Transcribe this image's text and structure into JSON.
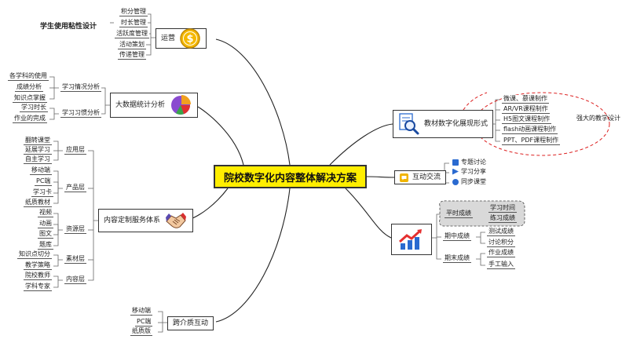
{
  "diagram": {
    "center": "院校数字化内容整体解决方案",
    "title_note": "学生使用粘性设计",
    "annotation": "强大的教学设计",
    "operation": {
      "label": "运营",
      "icon": "dollar-coin-icon",
      "items": [
        "积分管理",
        "时长管理",
        "活跃度管理",
        "活动策划",
        "传递管理"
      ]
    },
    "bigdata": {
      "label": "大数据统计分析",
      "icon": "pie-chart-icon",
      "learning_situation": {
        "label": "学习情况分析",
        "items": [
          "各学科的使用",
          "成绩分析",
          "知识点掌握"
        ]
      },
      "learning_habits": {
        "label": "学习习惯分析",
        "items": [
          "学习时长",
          "作业的完成"
        ]
      }
    },
    "custom": {
      "label": "内容定制服务体系",
      "icon": "handshake-icon",
      "app_layer": {
        "label": "应用层",
        "items": [
          "翻转课堂",
          "延展学习",
          "自主学习"
        ]
      },
      "product_layer": {
        "label": "产品层",
        "items": [
          "移动端",
          "PC端",
          "学习卡",
          "纸质教材"
        ]
      },
      "resource_layer": {
        "label": "资源层",
        "items": [
          "视频",
          "动画",
          "图文",
          "题库"
        ]
      },
      "material_layer": {
        "label": "素材层",
        "items": [
          "知识点切分",
          "教学策略"
        ]
      },
      "content_layer": {
        "label": "内容层",
        "items": [
          "院校教师",
          "学科专家"
        ]
      }
    },
    "crossmedia": {
      "label": "跨介质互动",
      "items": [
        "移动端",
        "PC端",
        "纸质版"
      ]
    },
    "textbook": {
      "label": "教材数字化展现形式",
      "icon": "magnifier-icon",
      "items": [
        "微课、慕课制作",
        "AR/VR课程制作",
        "H5图文课程制作",
        "flash动画课程制作",
        "PPT、PDF课程制作"
      ]
    },
    "interaction": {
      "label": "互动交流",
      "icon": "chat-icon",
      "items": [
        "专题讨论",
        "学习分享",
        "同步课堂"
      ]
    },
    "grades": {
      "icon": "growth-chart-icon",
      "regular": {
        "label": "平时成绩",
        "items": [
          "学习时间",
          "练习成绩"
        ]
      },
      "midterm": {
        "label": "期中成绩",
        "items": [
          "测试成绩",
          "讨论积分"
        ]
      },
      "final": {
        "label": "期末成绩",
        "items": [
          "作业成绩",
          "手工输入"
        ]
      }
    }
  },
  "colors": {
    "center_fill": "#ffee00",
    "annotation_dash": "#dd2222",
    "highlight_fill": "#d9d9d9",
    "coin": "#f5b800",
    "pie_purple": "#8a4bd0",
    "pie_red": "#e03030",
    "pie_green": "#3aa64a",
    "trend_red": "#e53030",
    "trend_blue": "#2a6ad0"
  }
}
